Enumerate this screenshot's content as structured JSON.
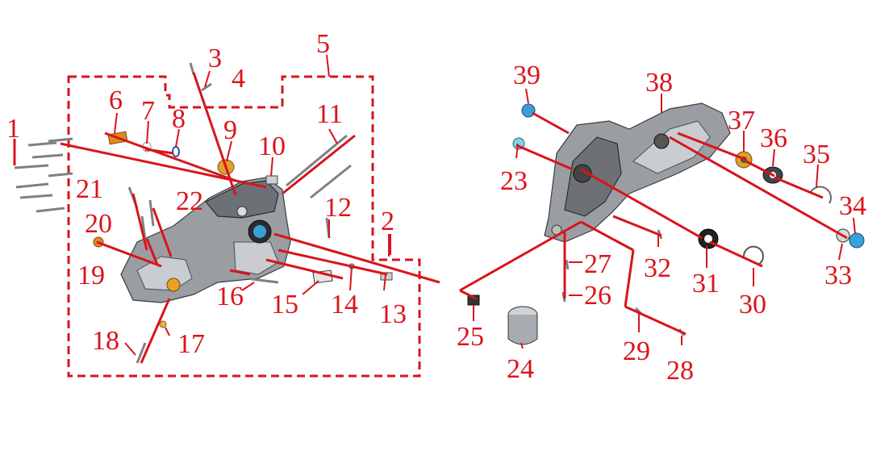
{
  "callouts": [
    {
      "id": "1",
      "text": "1"
    },
    {
      "id": "2",
      "text": "2"
    },
    {
      "id": "3",
      "text": "3"
    },
    {
      "id": "4",
      "text": "4"
    },
    {
      "id": "5",
      "text": "5"
    },
    {
      "id": "6",
      "text": "6"
    },
    {
      "id": "7",
      "text": "7"
    },
    {
      "id": "8",
      "text": "8"
    },
    {
      "id": "9",
      "text": "9"
    },
    {
      "id": "10",
      "text": "10"
    },
    {
      "id": "11",
      "text": "11"
    },
    {
      "id": "12",
      "text": "12"
    },
    {
      "id": "13",
      "text": "13"
    },
    {
      "id": "14",
      "text": "14"
    },
    {
      "id": "15",
      "text": "15"
    },
    {
      "id": "16",
      "text": "16"
    },
    {
      "id": "17",
      "text": "17"
    },
    {
      "id": "18",
      "text": "18"
    },
    {
      "id": "19",
      "text": "19"
    },
    {
      "id": "20",
      "text": "20"
    },
    {
      "id": "21",
      "text": "21"
    },
    {
      "id": "22",
      "text": "22"
    },
    {
      "id": "23",
      "text": "23"
    },
    {
      "id": "24",
      "text": "24"
    },
    {
      "id": "25",
      "text": "25"
    },
    {
      "id": "26",
      "text": "26"
    },
    {
      "id": "27",
      "text": "27"
    },
    {
      "id": "28",
      "text": "28"
    },
    {
      "id": "29",
      "text": "29"
    },
    {
      "id": "30",
      "text": "30"
    },
    {
      "id": "31",
      "text": "31"
    },
    {
      "id": "32",
      "text": "32"
    },
    {
      "id": "33",
      "text": "33"
    },
    {
      "id": "34",
      "text": "34"
    },
    {
      "id": "35",
      "text": "35"
    },
    {
      "id": "36",
      "text": "36"
    },
    {
      "id": "37",
      "text": "37"
    },
    {
      "id": "38",
      "text": "38"
    },
    {
      "id": "39",
      "text": "39"
    }
  ],
  "colors": {
    "callout": "#d9141b",
    "casting": "#9a9ea3",
    "gasket": "#f0a020",
    "seal_blue": "#3aa0d8",
    "seal_black": "#222222"
  }
}
